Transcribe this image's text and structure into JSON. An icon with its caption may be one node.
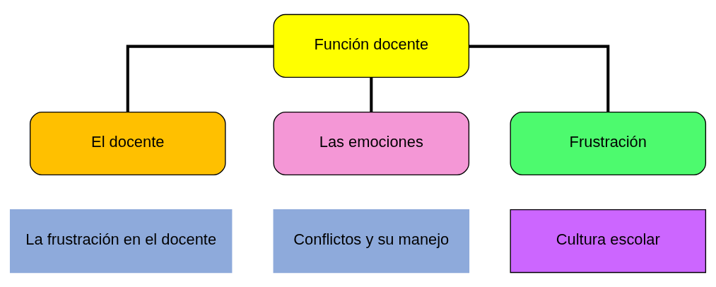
{
  "diagram": {
    "nodes": [
      {
        "text": [
          "Función docente"
        ]
      },
      {
        "text": [
          "El docente"
        ]
      },
      {
        "text": [
          "Las emociones"
        ]
      },
      {
        "text": [
          "Frustración"
        ]
      },
      {
        "text": [
          "La frustración en el docente"
        ]
      },
      {
        "text": [
          "Conflictos y su manejo"
        ]
      },
      {
        "text": [
          "Cultura escolar"
        ]
      }
    ],
    "edges": [
      {
        "from": 0,
        "to": 1,
        "arrow": "none"
      },
      {
        "from": 0,
        "to": 2,
        "arrow": "none"
      },
      {
        "from": 0,
        "to": 3,
        "arrow": "none"
      }
    ]
  }
}
